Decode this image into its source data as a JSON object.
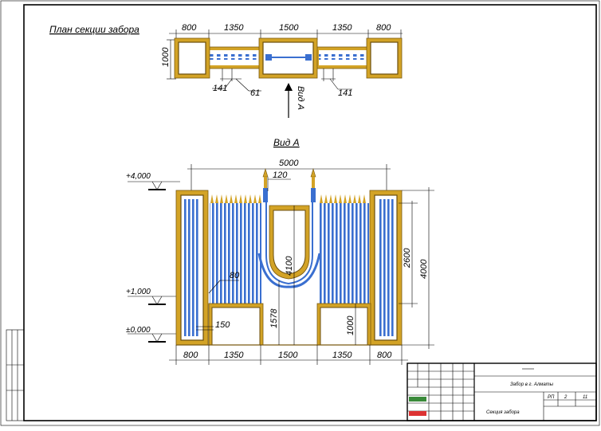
{
  "plan": {
    "title": "План секции забора",
    "dims_top": [
      "800",
      "1350",
      "1500",
      "1350",
      "800"
    ],
    "dim_left_outer": "1000",
    "dim_left_inner": "800",
    "callout_141_left": "141",
    "callout_61": "61",
    "callout_141_right": "141",
    "view_arrow": "Вид А"
  },
  "view": {
    "title": "Вид А",
    "dim_overall": "5000",
    "dim_120": "120",
    "dim_80": "80",
    "dim_150": "150",
    "dim_4100": "4100",
    "dim_1578": "1578",
    "dim_1000": "1000",
    "dim_2600": "2600",
    "dim_4000": "4000",
    "dims_bottom": [
      "800",
      "1350",
      "1500",
      "1350",
      "800"
    ],
    "levels": [
      "+4,000",
      "+1,000",
      "±0,000"
    ]
  },
  "titleblock": {
    "project": "Забор в г. Алматы",
    "sheet_name": "Секция забора",
    "stage": "РП",
    "sheet": "2",
    "sheets": "11"
  },
  "colors": {
    "post": "#d3a326",
    "slat": "#3a6fd0",
    "frame": "#000000"
  }
}
